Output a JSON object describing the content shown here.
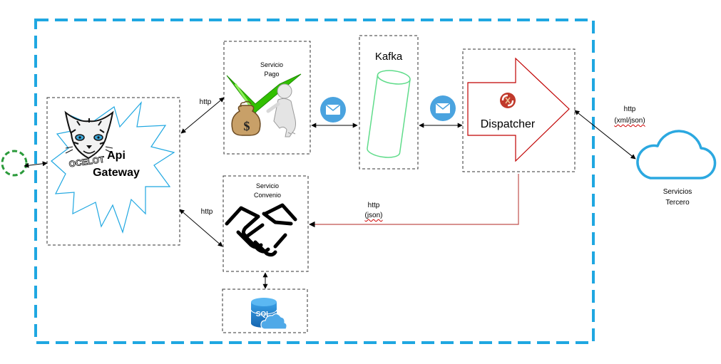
{
  "nodes": {
    "api_gateway": {
      "line1": "Api",
      "line2": "Gateway",
      "logo_text": "OCELOT"
    },
    "servicio_pago": {
      "line1": "Servicio",
      "line2": "Pago",
      "icon": "money-bag-checkmark-person-icon"
    },
    "kafka": {
      "label": "Kafka",
      "icon": "cylinder-icon"
    },
    "dispatcher": {
      "label": "Dispatcher",
      "icon": "dispatcher-logo-icon"
    },
    "servicio_convenio": {
      "line1": "Servicio",
      "line2": "Convenio",
      "icon": "handshake-icon"
    },
    "sql": {
      "label": "SQL",
      "icon": "sql-database-cloud-icon"
    },
    "servicios_tercero": {
      "line1": "Servicios",
      "line2": "Tercero",
      "icon": "cloud-icon"
    },
    "client": {
      "icon": "client-circle-icon"
    }
  },
  "edges": {
    "gateway_pago": {
      "label": "http"
    },
    "gateway_convenio": {
      "label": "http"
    },
    "dispatcher_tercero": {
      "line1": "http",
      "line2": "(xml/json)"
    },
    "dispatcher_convenio": {
      "line1": "http",
      "line2": "(json)"
    },
    "message_icon": "envelope-icon"
  },
  "colors": {
    "boundary": "#1fa7e1",
    "client_circle": "#2a9a3a",
    "cloud": "#2ba8e0",
    "kafka_cylinder": "#5fdc8a",
    "dispatcher_arrow": "#c00000",
    "dispatcher_logo": "#c0392b",
    "gateway_star": "#1fa7e1",
    "envelope_circle": "#4aa3df",
    "sql_icon": "#1f8ad1",
    "check": "#2db200"
  }
}
